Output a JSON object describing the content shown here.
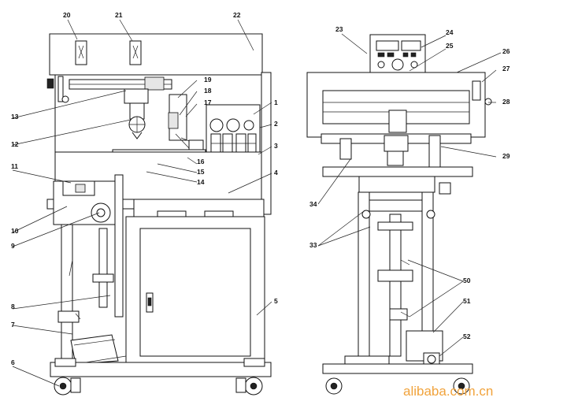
{
  "callouts": {
    "left": [
      "1",
      "2",
      "3",
      "4",
      "5",
      "6",
      "7",
      "8",
      "9",
      "10",
      "11",
      "12",
      "13",
      "14",
      "15",
      "16",
      "17",
      "18",
      "19",
      "20",
      "21",
      "22"
    ],
    "right": [
      "23",
      "24",
      "25",
      "26",
      "27",
      "28",
      "29",
      "33",
      "34",
      "50",
      "51",
      "52"
    ]
  },
  "watermark": "alibaba.com.cn",
  "colors": {
    "line": "#111111",
    "watermark": "#f1a33c"
  }
}
